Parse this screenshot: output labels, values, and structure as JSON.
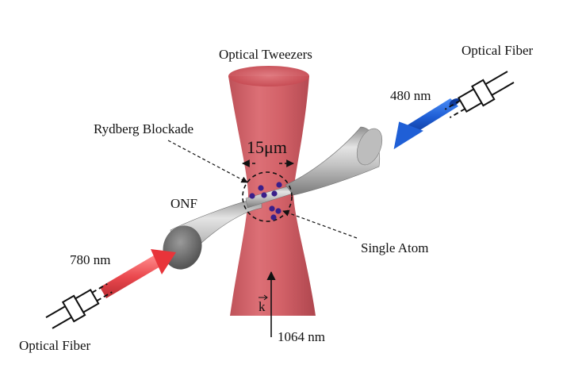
{
  "labels": {
    "optical_tweezers": "Optical Tweezers",
    "optical_fiber_top": "Optical Fiber",
    "optical_fiber_bottom": "Optical Fiber",
    "wavelength_480": "480 nm",
    "wavelength_780": "780 nm",
    "wavelength_1064": "1064 nm",
    "rydberg_blockade": "Rydberg Blockade",
    "size_15um": "15μm",
    "onf": "ONF",
    "single_atom": "Single Atom",
    "k_vector": "k"
  },
  "colors": {
    "tweezer_beam": "#cc4a52",
    "fiber_gray": "#a9a9a9",
    "beam_480": "#1f5fd6",
    "beam_780": "#e8343a",
    "atom": "#3a1f8a"
  },
  "icons": {
    "fiber_connector": "fiber-connector-icon"
  }
}
